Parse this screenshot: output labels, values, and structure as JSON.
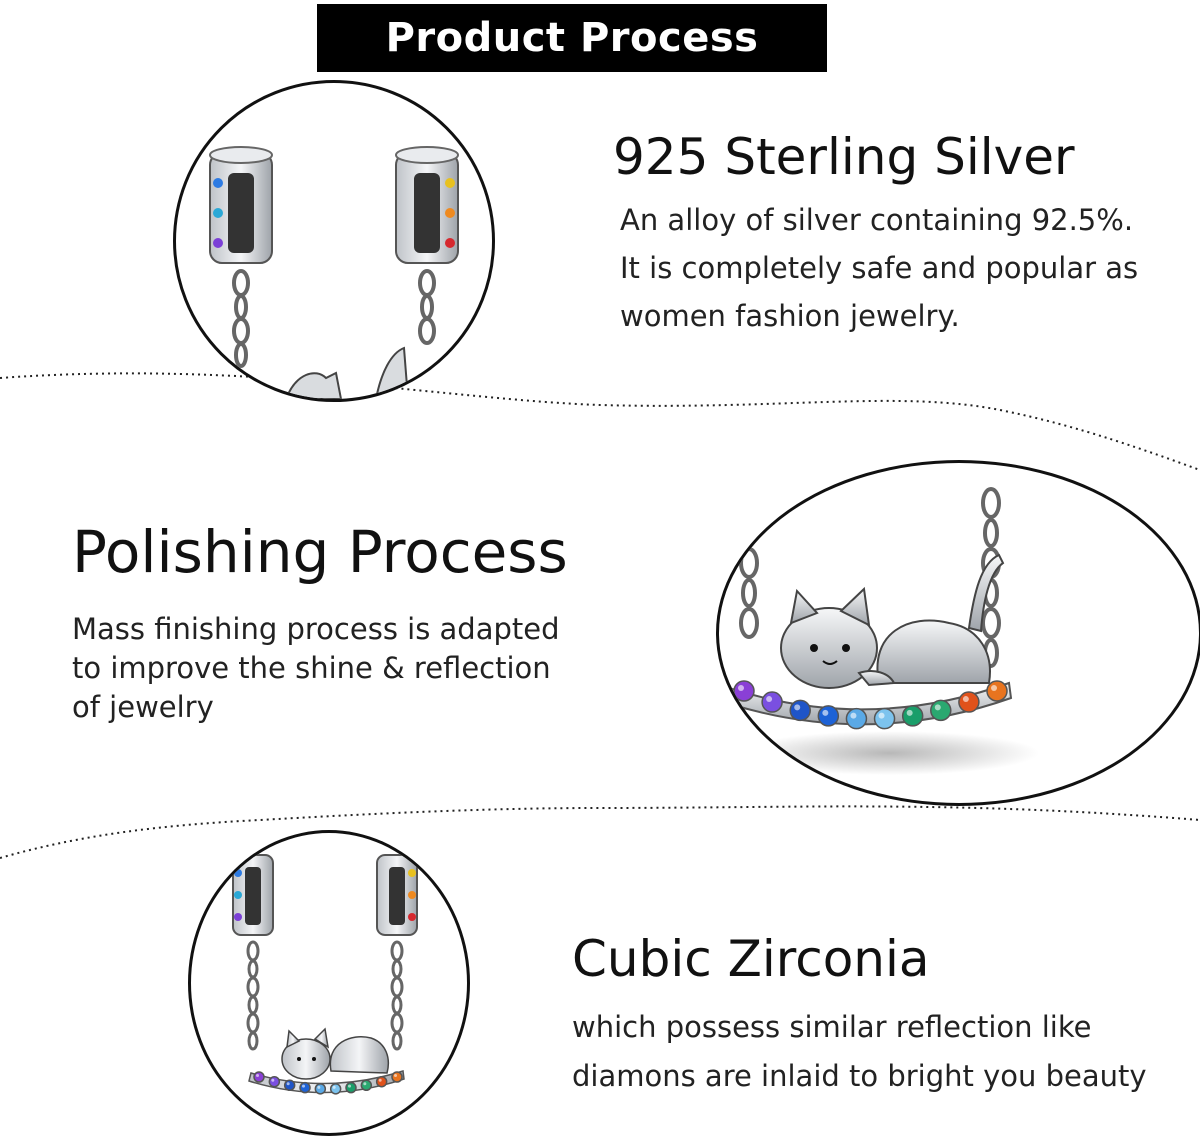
{
  "banner": {
    "title": "Product Process"
  },
  "sections": [
    {
      "heading": "925 Sterling Silver",
      "body": [
        "An alloy of silver containing 92.5%.",
        "It is completely safe and popular as",
        "women fashion jewelry."
      ]
    },
    {
      "heading": "Polishing Process",
      "body": [
        "Mass finishing process is adapted",
        "to improve the shine & reflection",
        "of jewelry"
      ]
    },
    {
      "heading": "Cubic Zirconia",
      "body": [
        "which possess similar reflection like",
        "diamons are inlaid to bright you beauty"
      ]
    }
  ],
  "colors": {
    "banner_bg": "#000000",
    "banner_text": "#ffffff",
    "text": "#111111"
  },
  "gem_colors": [
    "#8a3fd6",
    "#7a4fe0",
    "#1f55c8",
    "#1d62d6",
    "#5aa9e6",
    "#7cc3ee",
    "#1a9e6a",
    "#2aa870",
    "#e0521b",
    "#e8741f"
  ],
  "paw_colors": [
    "#7b3fd6",
    "#2d7be3",
    "#2aa8d6",
    "#e8c11f",
    "#ef8a1f",
    "#d6282e"
  ]
}
